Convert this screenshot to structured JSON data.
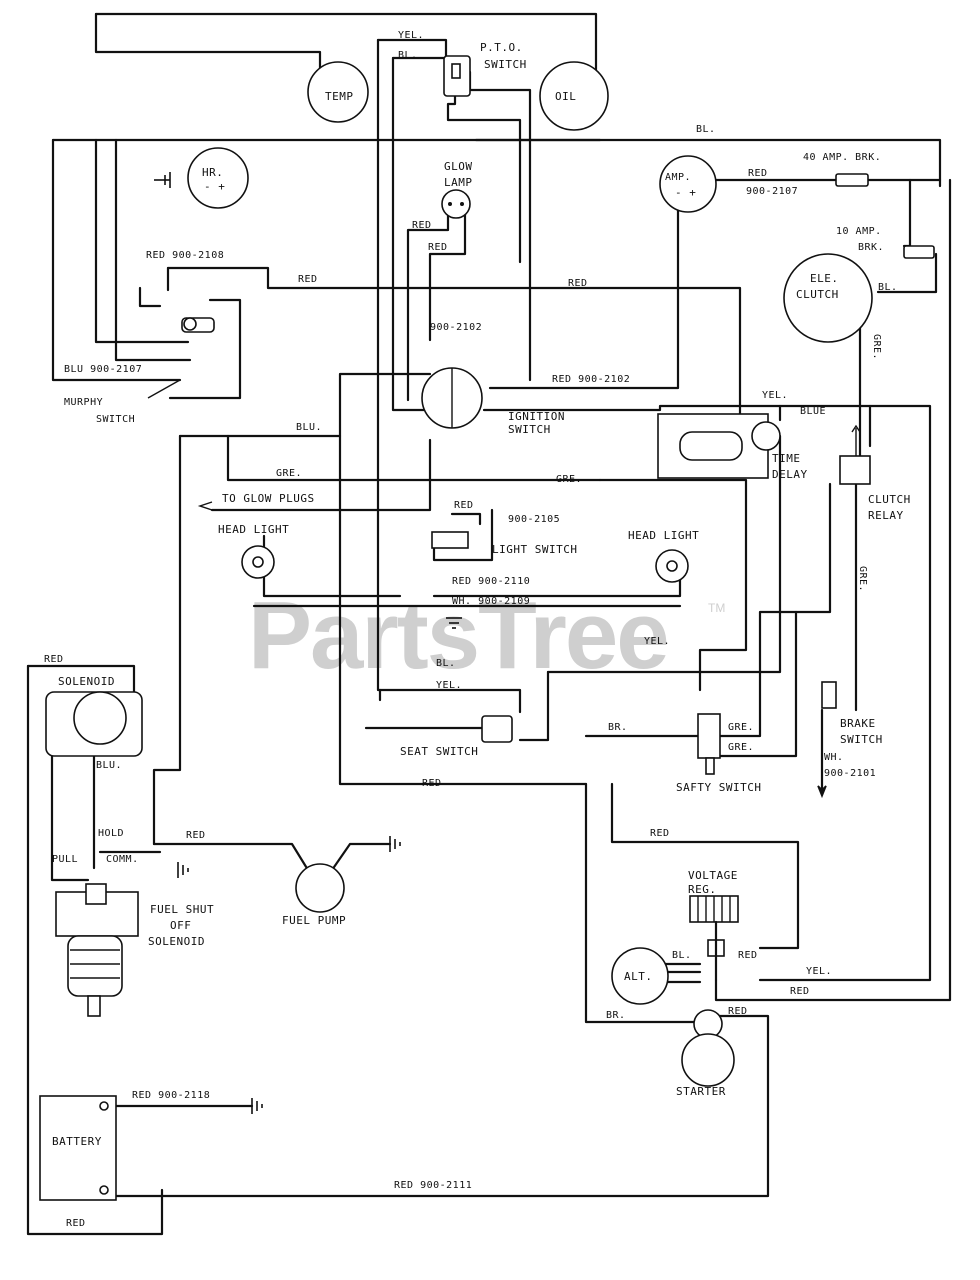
{
  "watermark": {
    "text": "PartsTree",
    "tm": "TM"
  },
  "gauges": {
    "temp": "TEMP",
    "oil": "OIL",
    "hr": "HR.",
    "amp": "AMP."
  },
  "components": {
    "pto_switch": [
      "P.T.O.",
      "SWITCH"
    ],
    "glow_lamp": [
      "GLOW",
      "LAMP"
    ],
    "ignition_switch": [
      "IGNITION",
      "SWITCH"
    ],
    "murphy_switch": [
      "MURPHY",
      "SWITCH"
    ],
    "ele_clutch": [
      "ELE.",
      "CLUTCH"
    ],
    "amp_brk_40": "40 AMP. BRK.",
    "amp_brk_10": [
      "10 AMP.",
      "BRK."
    ],
    "time_delay": [
      "TIME",
      "DELAY"
    ],
    "clutch_relay": [
      "CLUTCH",
      "RELAY"
    ],
    "head_light_left": "HEAD LIGHT",
    "head_light_right": "HEAD LIGHT",
    "light_switch": "LIGHT SWITCH",
    "to_glow_plugs": "TO GLOW PLUGS",
    "solenoid": "SOLENOID",
    "seat_switch": "SEAT SWITCH",
    "safty_switch": "SAFTY SWITCH",
    "brake_switch": [
      "BRAKE",
      "SWITCH"
    ],
    "fuel_shut_off": [
      "FUEL SHUT",
      "OFF",
      "SOLENOID"
    ],
    "fuel_pump": "FUEL PUMP",
    "voltage_reg": [
      "VOLTAGE",
      "REG."
    ],
    "alt": "ALT.",
    "starter": "STARTER",
    "battery": "BATTERY"
  },
  "wire_labels": {
    "yel_top": "YEL.",
    "bl_top": "BL.",
    "bl_right_top": "BL.",
    "red_amp": "RED",
    "p_900_2107_amp": "900-2107",
    "red_glow": "RED",
    "red_glow2": "RED",
    "red_900_2108": "RED 900-2108",
    "red_mid": "RED",
    "red_right": "RED",
    "p_900_2102": "900-2102",
    "blu_900_2107": "BLU 900-2107",
    "red_900_2102": "RED 900-2102",
    "bl_clutch": "BL.",
    "gre_vert": "GRE.",
    "yel_right": "YEL.",
    "blue_right": "BLUE",
    "blu_mid": "BLU.",
    "gre_left": "GRE.",
    "gre_mid": "GRE.",
    "red_light": "RED",
    "p_900_2105": "900-2105",
    "red_900_2110": "RED 900-2110",
    "wh_900_2109": "WH. 900-2109",
    "gre_brake": "GRE.",
    "yel_seat": "YEL.",
    "bl_seat": "BL.",
    "yel_seat2": "YEL.",
    "red_sol": "RED",
    "blu_sol": "BLU.",
    "br_safty": "BR.",
    "gre_s1": "GRE.",
    "gre_s2": "GRE.",
    "wh_900_2101": [
      "WH.",
      "900-2101"
    ],
    "red_low": "RED",
    "hold": "HOLD",
    "red_pump": "RED",
    "pull": "PULL",
    "comm": "COMM.",
    "red_reg": "RED",
    "bl_reg": "BL.",
    "red_reg2": "RED",
    "yel_alt": "YEL.",
    "red_alt": "RED",
    "br_starter": "BR.",
    "red_starter": "RED",
    "red_900_2118": "RED 900-2118",
    "red_900_2111": "RED 900-2111",
    "red_bottom": "RED"
  },
  "colors": {
    "ink": "#111111",
    "paper": "#ffffff",
    "watermark": "#cfcfcf"
  }
}
